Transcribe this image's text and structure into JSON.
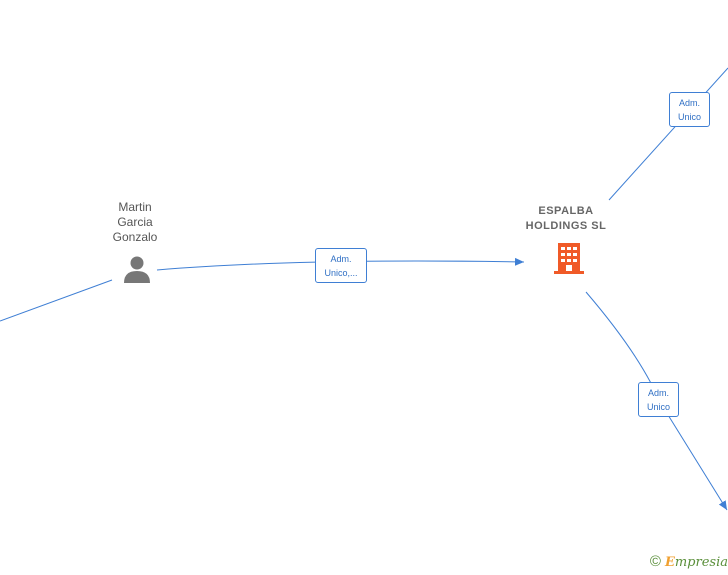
{
  "colors": {
    "edge": "#3f7fd4",
    "company_icon": "#f05a28",
    "person_icon": "#777777",
    "brand_green": "#5a8f3a",
    "brand_orange": "#f0a030"
  },
  "nodes": {
    "person": {
      "name_line1": "Martin",
      "name_line2": "Garcia",
      "name_line3": "Gonzalo",
      "icon": "person-icon"
    },
    "company": {
      "name_line1": "ESPALBA",
      "name_line2": "HOLDINGS SL",
      "icon": "building-icon"
    }
  },
  "edges": [
    {
      "label_line1": "Adm.",
      "label_line2": "Unico,..."
    },
    {
      "label_line1": "Adm.",
      "label_line2": "Unico"
    },
    {
      "label_line1": "Adm.",
      "label_line2": "Unico"
    }
  ],
  "branding": {
    "copyright": "©",
    "initial": "E",
    "rest": "mpresia"
  }
}
